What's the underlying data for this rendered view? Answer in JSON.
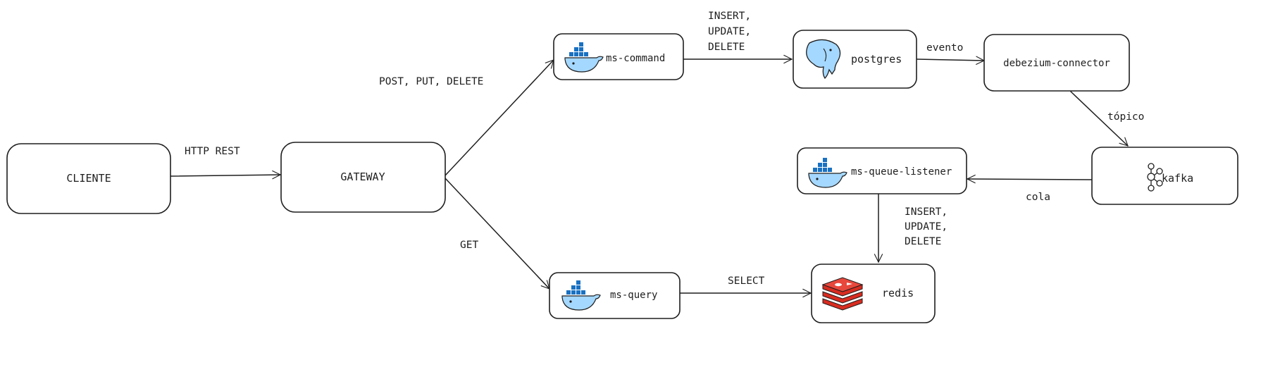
{
  "nodes": {
    "cliente": {
      "label": "CLIENTE"
    },
    "gateway": {
      "label": "GATEWAY"
    },
    "ms_command": {
      "label": "ms-command",
      "icon": "docker-whale-icon"
    },
    "postgres": {
      "label": "postgres",
      "icon": "postgres-elephant-icon"
    },
    "debezium": {
      "label": "debezium-connector"
    },
    "kafka": {
      "label": "kafka",
      "icon": "kafka-icon"
    },
    "ms_queue_listener": {
      "label": "ms-queue-listener",
      "icon": "docker-whale-icon"
    },
    "ms_query": {
      "label": "ms-query",
      "icon": "docker-whale-icon"
    },
    "redis": {
      "label": "redis",
      "icon": "redis-icon"
    }
  },
  "edges": {
    "http_rest": "HTTP REST",
    "post_put_delete": "POST, PUT, DELETE",
    "get": "GET",
    "command_to_postgres": [
      "INSERT,",
      "UPDATE,",
      "DELETE"
    ],
    "evento": "evento",
    "topico": "tópico",
    "cola": "cola",
    "listener_to_redis": [
      "INSERT,",
      "UPDATE,",
      "DELETE"
    ],
    "select": "SELECT"
  },
  "colors": {
    "stroke": "#1e1e1e",
    "docker_blue": "#a5d8ff",
    "docker_dark": "#1971c2",
    "redis_red": "#d82c20",
    "postgres_blue": "#a5d8ff"
  }
}
